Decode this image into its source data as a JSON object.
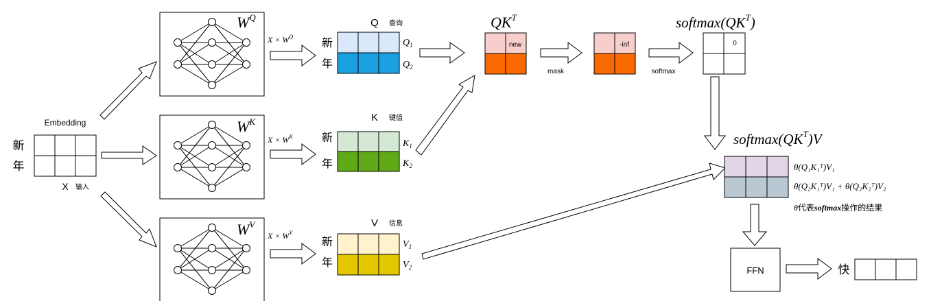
{
  "input": {
    "label": "Embedding",
    "token1": "新",
    "token2": "年",
    "x_label": "X",
    "x_sub": "输入"
  },
  "weights": {
    "q": {
      "base": "W",
      "sup": "Q",
      "mult": "X × W",
      "mult_sup": "Q"
    },
    "k": {
      "base": "W",
      "sup": "K",
      "mult": "X × W",
      "mult_sup": "K"
    },
    "v": {
      "base": "W",
      "sup": "V",
      "mult": "X × W",
      "mult_sup": "V"
    }
  },
  "matrices": {
    "q": {
      "title": "Q",
      "subtitle": "查询",
      "tok1": "新",
      "tok2": "年",
      "row1": "Q",
      "row1_sub": "1",
      "row2": "Q",
      "row2_sub": "2",
      "light": "#dae8fc",
      "dark": "#1ba1e2"
    },
    "k": {
      "title": "K",
      "subtitle": "键值",
      "tok1": "新",
      "tok2": "年",
      "row1": "K",
      "row1_sub": "1",
      "row2": "K",
      "row2_sub": "2",
      "light": "#d5e8d4",
      "dark": "#60a917"
    },
    "v": {
      "title": "V",
      "subtitle": "信息",
      "tok1": "新",
      "tok2": "年",
      "row1": "V",
      "row1_sub": "1",
      "row2": "V",
      "row2_sub": "2",
      "light": "#fff2cc",
      "dark": "#e3c800"
    }
  },
  "qk": {
    "title": "QK",
    "title_sup": "T",
    "cell_text": "new",
    "light": "#f8cecc",
    "dark": "#fa6800",
    "mask_label": "mask",
    "masked_cell": "-inf",
    "softmax_label": "softmax"
  },
  "softmax_qk": {
    "title": "softmax(QK",
    "title_sup": "T",
    "title_end": ")",
    "zero": "0"
  },
  "softmax_qkv": {
    "title": "softmax(QK",
    "title_sup": "T",
    "title_end": ")V",
    "light": "#e1d5e7",
    "dark": "#bac8d3",
    "row1_formula": "θ(Q₁K₁ᵀ)V₁",
    "row2_formula": "θ(Q₂K₁ᵀ)V₁ + θ(Q₂K₂ᵀ)V₂",
    "note_theta": "θ",
    "note_pre": "代表",
    "note_mid": "softmax",
    "note_post": "操作的结果"
  },
  "ffn": {
    "label": "FFN",
    "output_token": "快"
  },
  "colors": {
    "stroke": "#000000",
    "background": "#ffffff"
  }
}
